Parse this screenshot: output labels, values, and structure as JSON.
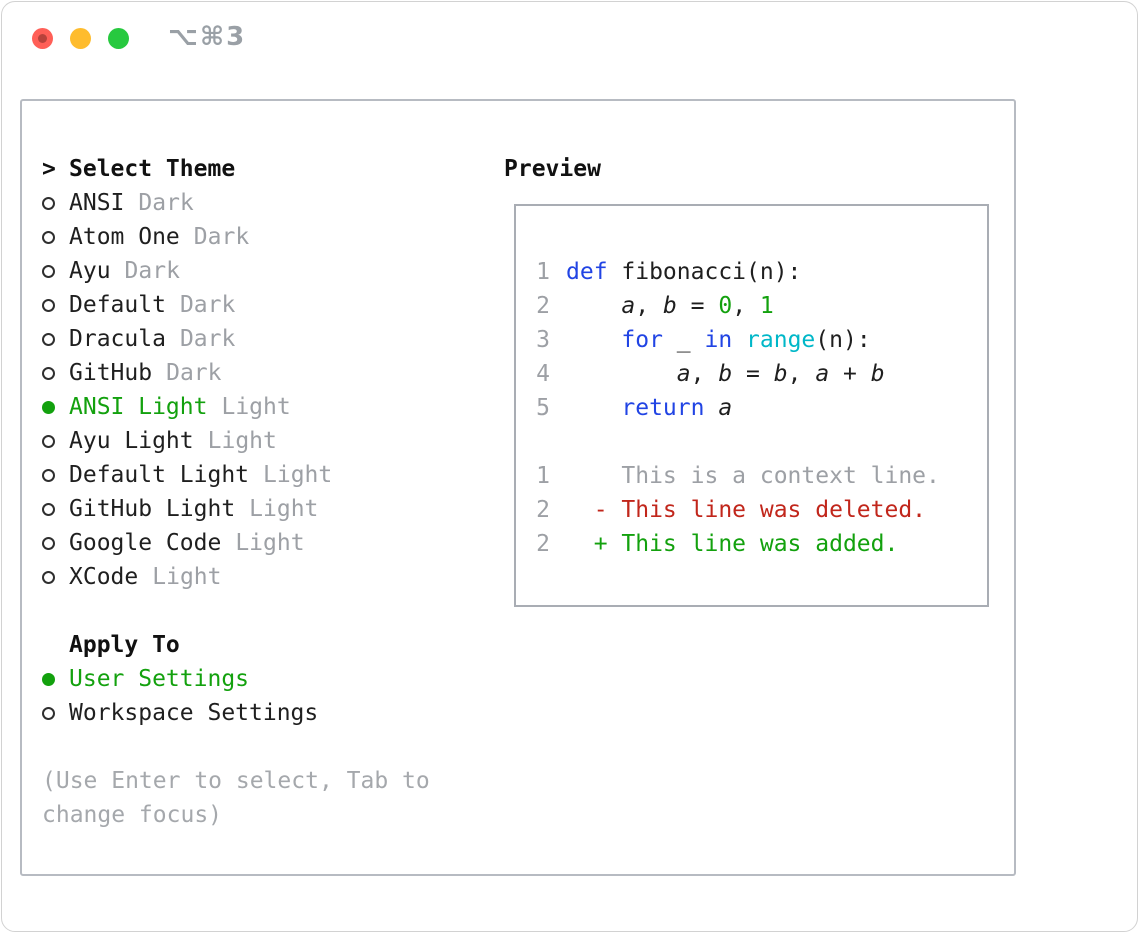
{
  "window": {
    "shortcut": "⌥⌘3"
  },
  "colors": {
    "accent_green": "#13a10e",
    "keyword_blue": "#2144e4",
    "function_cyan": "#00b7c8",
    "deleted_red": "#c1261b",
    "muted_gray": "#9da0a5"
  },
  "theme_select": {
    "header_prefix": ">",
    "header": "Select Theme",
    "items": [
      {
        "name": "ANSI",
        "variant": "Dark",
        "selected": false
      },
      {
        "name": "Atom One",
        "variant": "Dark",
        "selected": false
      },
      {
        "name": "Ayu",
        "variant": "Dark",
        "selected": false
      },
      {
        "name": "Default",
        "variant": "Dark",
        "selected": false
      },
      {
        "name": "Dracula",
        "variant": "Dark",
        "selected": false
      },
      {
        "name": "GitHub",
        "variant": "Dark",
        "selected": false
      },
      {
        "name": "ANSI Light",
        "variant": "Light",
        "selected": true
      },
      {
        "name": "Ayu Light",
        "variant": "Light",
        "selected": false
      },
      {
        "name": "Default Light",
        "variant": "Light",
        "selected": false
      },
      {
        "name": "GitHub Light",
        "variant": "Light",
        "selected": false
      },
      {
        "name": "Google Code",
        "variant": "Light",
        "selected": false
      },
      {
        "name": "XCode",
        "variant": "Light",
        "selected": false
      }
    ]
  },
  "apply_to": {
    "header": "Apply To",
    "items": [
      {
        "label": "User Settings",
        "selected": true
      },
      {
        "label": "Workspace Settings",
        "selected": false
      }
    ]
  },
  "hint_lines": [
    "(Use Enter to select, Tab to",
    "change focus)"
  ],
  "preview": {
    "title": "Preview",
    "lines": [
      {
        "num": "1",
        "tokens": [
          {
            "t": "def",
            "c": "kw"
          },
          {
            "t": " fibonacci(n):",
            "c": "fg"
          }
        ]
      },
      {
        "num": "2",
        "tokens": [
          {
            "t": "    ",
            "c": "fg"
          },
          {
            "t": "a",
            "c": "it"
          },
          {
            "t": ", ",
            "c": "fg"
          },
          {
            "t": "b",
            "c": "it"
          },
          {
            "t": " = ",
            "c": "fg"
          },
          {
            "t": "0",
            "c": "num"
          },
          {
            "t": ", ",
            "c": "fg"
          },
          {
            "t": "1",
            "c": "num"
          }
        ]
      },
      {
        "num": "3",
        "tokens": [
          {
            "t": "    ",
            "c": "fg"
          },
          {
            "t": "for",
            "c": "kw"
          },
          {
            "t": " _ ",
            "c": "fg"
          },
          {
            "t": "in",
            "c": "kw"
          },
          {
            "t": " ",
            "c": "fg"
          },
          {
            "t": "range",
            "c": "cyan"
          },
          {
            "t": "(n):",
            "c": "fg"
          }
        ]
      },
      {
        "num": "4",
        "tokens": [
          {
            "t": "        ",
            "c": "fg"
          },
          {
            "t": "a",
            "c": "it"
          },
          {
            "t": ", ",
            "c": "fg"
          },
          {
            "t": "b",
            "c": "it"
          },
          {
            "t": " = ",
            "c": "fg"
          },
          {
            "t": "b",
            "c": "it"
          },
          {
            "t": ", ",
            "c": "fg"
          },
          {
            "t": "a",
            "c": "it"
          },
          {
            "t": " + ",
            "c": "fg"
          },
          {
            "t": "b",
            "c": "it"
          }
        ]
      },
      {
        "num": "5",
        "tokens": [
          {
            "t": "    ",
            "c": "fg"
          },
          {
            "t": "return",
            "c": "kw"
          },
          {
            "t": " ",
            "c": "fg"
          },
          {
            "t": "a",
            "c": "it"
          }
        ]
      },
      {
        "num": "",
        "tokens": []
      },
      {
        "num": "1",
        "tokens": [
          {
            "t": "    This is a context line.",
            "c": "muted"
          }
        ]
      },
      {
        "num": "2",
        "tokens": [
          {
            "t": "  - This line was deleted.",
            "c": "del"
          }
        ]
      },
      {
        "num": "2",
        "tokens": [
          {
            "t": "  + This line was added.",
            "c": "add"
          }
        ]
      }
    ]
  }
}
